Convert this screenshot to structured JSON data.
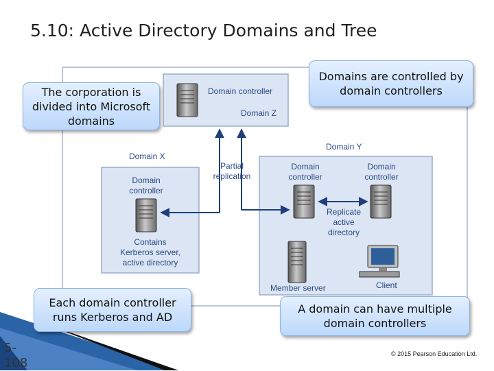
{
  "slide": {
    "title": "5.10: Active Directory Domains and Tree",
    "number_top": "5-",
    "number_bottom": "108",
    "copyright": "© 2015 Pearson Education Ltd."
  },
  "callouts": {
    "corporation": "The corporation is divided into Microsoft domains",
    "controlled": "Domains are controlled by domain controllers",
    "kerberos": "Each domain controller runs Kerberos and AD",
    "multiple": "A domain can have multiple domain controllers"
  },
  "diagram": {
    "domain_z": {
      "controller": "Domain controller",
      "name": "Domain Z"
    },
    "domain_x": {
      "name": "Domain X",
      "controller_line1": "Domain",
      "controller_line2": "controller",
      "contains_line1": "Contains",
      "contains_line2": "Kerberos server,",
      "contains_line3": "active directory"
    },
    "replication_line1": "Partial",
    "replication_line2": "replication",
    "domain_y": {
      "name": "Domain Y",
      "controller_line1": "Domain",
      "controller_line2": "controller",
      "replicate_line1": "Replicate",
      "replicate_line2": "active",
      "replicate_line3": "directory",
      "member_server": "Member server",
      "client": "Client"
    }
  },
  "colors": {
    "box_fill": "#dbe5f3",
    "box_border": "#9aaec9",
    "arrow": "#1f3f7a",
    "label": "#2b4a86"
  }
}
